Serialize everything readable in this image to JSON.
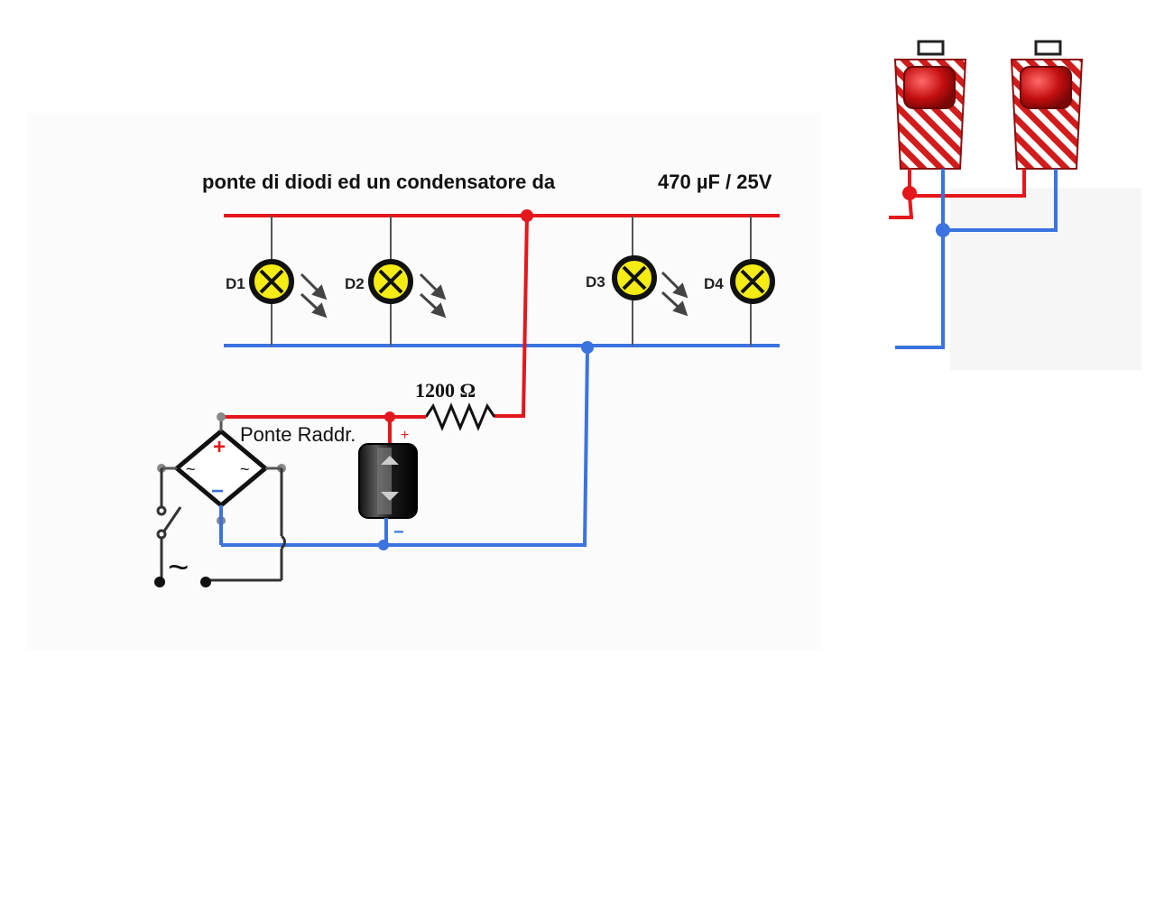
{
  "caption": {
    "part1": "ponte di diodi ed un condensatore da",
    "part2": "470 µF / 25V"
  },
  "leds": [
    {
      "label": "D1"
    },
    {
      "label": "D2"
    },
    {
      "label": "D3"
    },
    {
      "label": "D4"
    }
  ],
  "resistor": {
    "label": "1200 Ω"
  },
  "bridge": {
    "label": "Ponte Raddr.",
    "plus": "+",
    "minus": "−",
    "ac1": "~",
    "ac2": "~"
  },
  "capacitor": {
    "plus": "+",
    "minus": "−"
  },
  "source": {
    "symbol": "~"
  },
  "colors": {
    "positive_wire": "#e3171c",
    "negative_wire": "#3b73e0",
    "neutral_wire": "#333333",
    "led_fill": "#f5ec16",
    "signal_red": "#d21c1c"
  }
}
